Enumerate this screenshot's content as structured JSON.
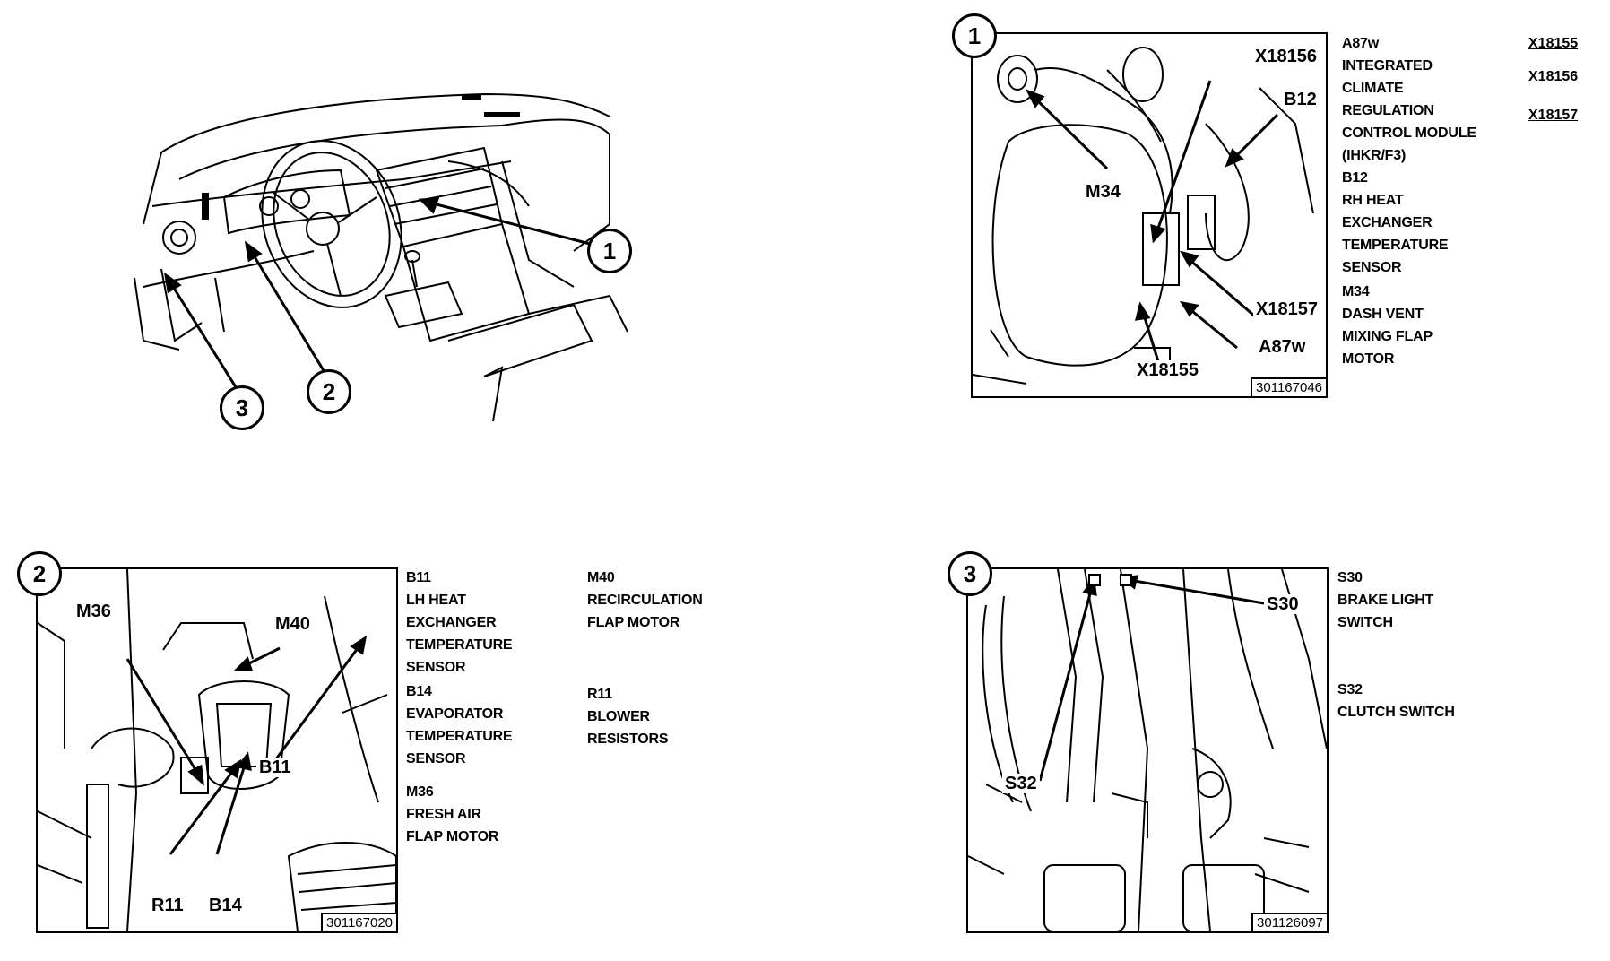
{
  "overview": {
    "badges": [
      "1",
      "2",
      "3"
    ]
  },
  "panel1": {
    "badge": "1",
    "figure_number": "301167046",
    "callouts": {
      "x18156": "X18156",
      "b12": "B12",
      "m34": "M34",
      "x18157": "X18157",
      "a87w": "A87w",
      "x18155": "X18155"
    },
    "legend": [
      [
        "A87w",
        "INTEGRATED",
        "CLIMATE",
        "REGULATION",
        "CONTROL MODULE",
        "(IHKR/F3)"
      ],
      [
        "B12",
        "RH HEAT",
        "EXCHANGER",
        "TEMPERATURE",
        "SENSOR"
      ],
      [
        "M34",
        "DASH VENT",
        "MIXING FLAP",
        "MOTOR"
      ]
    ],
    "connectors": [
      "X18155",
      "X18156",
      "X18157"
    ]
  },
  "panel2": {
    "badge": "2",
    "figure_number": "301167020",
    "callouts": {
      "m36": "M36",
      "m40": "M40",
      "b11": "B11",
      "r11": "R11",
      "b14": "B14"
    },
    "legend_left": [
      [
        "B11",
        "LH HEAT",
        "EXCHANGER",
        "TEMPERATURE",
        "SENSOR"
      ],
      [
        "B14",
        "EVAPORATOR",
        "TEMPERATURE",
        "SENSOR"
      ],
      [
        "M36",
        "FRESH AIR",
        "FLAP MOTOR"
      ]
    ],
    "legend_right": [
      [
        "M40",
        "RECIRCULATION",
        "FLAP MOTOR"
      ],
      [
        "R11",
        "BLOWER",
        "RESISTORS"
      ]
    ]
  },
  "panel3": {
    "badge": "3",
    "figure_number": "301126097",
    "callouts": {
      "s30": "S30",
      "s32": "S32"
    },
    "legend": [
      [
        "S30",
        "BRAKE LIGHT",
        "SWITCH"
      ],
      [
        "S32",
        "CLUTCH SWITCH"
      ]
    ]
  }
}
